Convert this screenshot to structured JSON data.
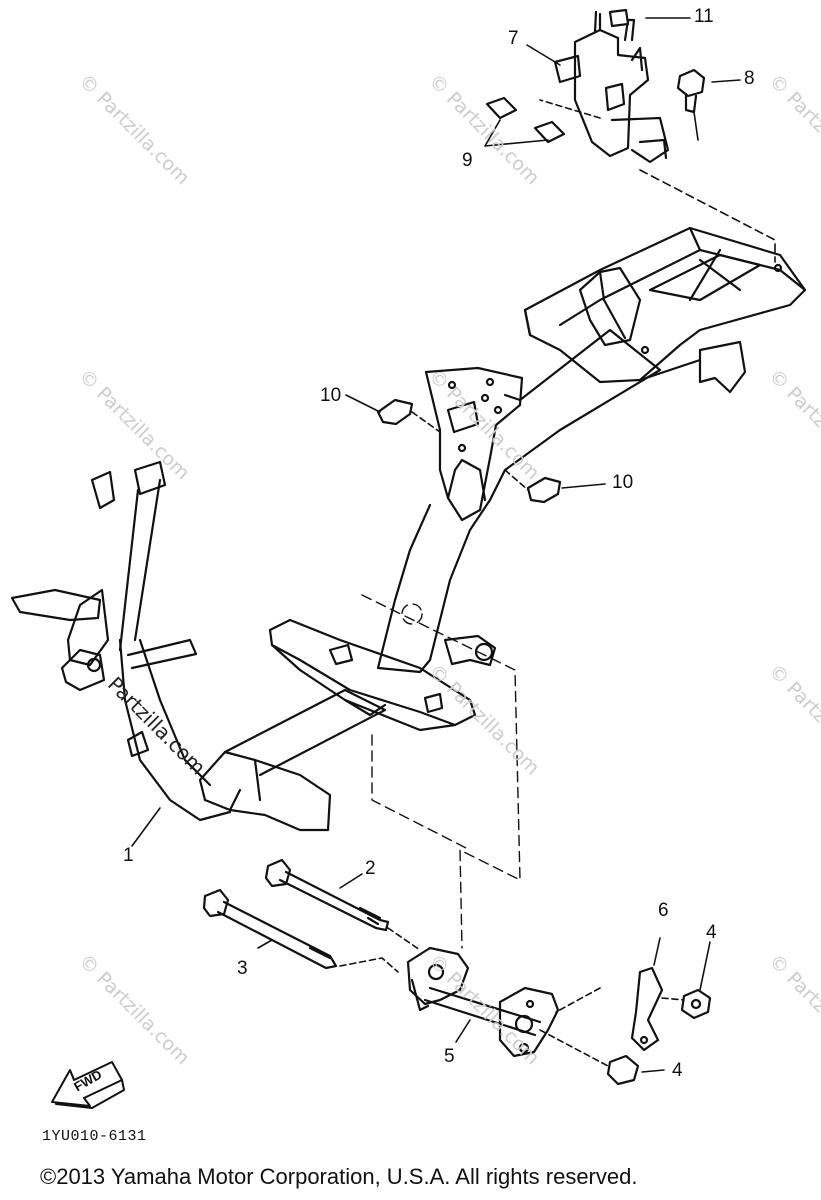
{
  "callouts": [
    "1",
    "2",
    "3",
    "4",
    "4",
    "5",
    "6",
    "7",
    "8",
    "9",
    "10",
    "10",
    "11"
  ],
  "watermark": "© Partzilla.com",
  "watermark_dark": "Partzilla.com",
  "fwd_label": "FWD",
  "diagram_code": "1YU010-6131",
  "copyright": "©2013 Yamaha Motor Corporation, U.S.A. All rights reserved.",
  "colors": {
    "line": "#111111",
    "watermark": "#cccccc",
    "background": "#ffffff"
  }
}
